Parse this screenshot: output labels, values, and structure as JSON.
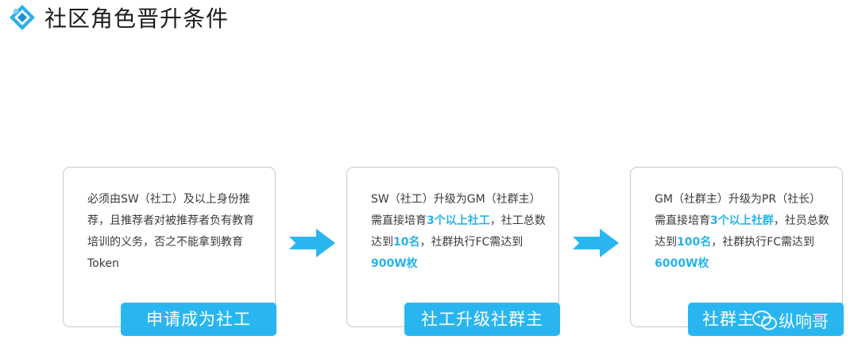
{
  "header": {
    "title": "社区角色晋升条件",
    "logo_icon": "diamond-logo-icon"
  },
  "colors": {
    "accent": "#29b6f0",
    "highlight": "#27b3ea",
    "border": "#c9c9c9"
  },
  "cards": [
    {
      "segments": [
        "必须由SW（社工）及以上身份推荐，且推荐者对被推荐者负有教育培训的义务，否之不能拿到教育Token"
      ],
      "tag": "申请成为社工"
    },
    {
      "segments": [
        "SW（社工）升级为GM（社群主）需直接培育",
        "3个以上社工",
        "，社工总数达到",
        "10名",
        "，社群执行FC需达到",
        "900W枚"
      ],
      "tag": "社工升级社群主"
    },
    {
      "segments": [
        "GM（社群主）升级为PR（社长）需直接培育",
        "3个以上社群",
        "，社员总数达到",
        "100名",
        "，社群执行FC需达到",
        "6000W枚"
      ],
      "tag": "社群主"
    }
  ],
  "watermark": {
    "text": "纵响哥",
    "icon": "wechat-icon"
  }
}
